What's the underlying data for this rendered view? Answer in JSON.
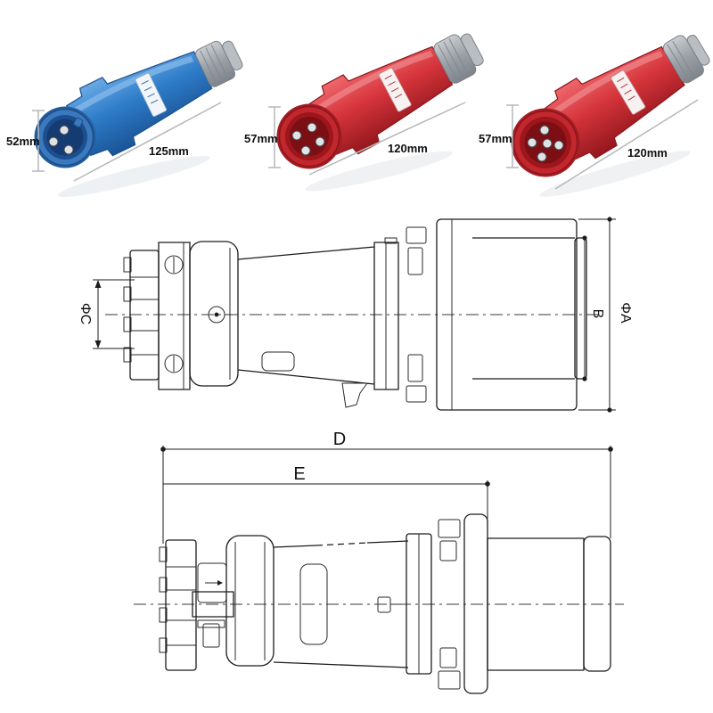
{
  "products": [
    {
      "name": "blue 3-pin industrial plug",
      "pin_count": 3,
      "height_label": "52mm",
      "length_label": "125mm",
      "body_color": "#2e7cc9"
    },
    {
      "name": "red 4-pin industrial plug",
      "pin_count": 4,
      "height_label": "57mm",
      "length_label": "120mm",
      "body_color": "#d5343b"
    },
    {
      "name": "red 5-pin industrial plug",
      "pin_count": 5,
      "height_label": "57mm",
      "length_label": "120mm",
      "body_color": "#d5343b"
    }
  ],
  "diagrams": {
    "side_view": {
      "dim_inner_diameter": "ΦC",
      "dim_rear_opening": "B",
      "dim_outer_diameter": "ΦA"
    },
    "profile_view": {
      "dim_total_length": "D",
      "dim_body_length": "E"
    }
  },
  "colors": {
    "drawing_line": "#1c1c1c",
    "photo_dim_line": "#b4b8bc",
    "gland_gray": "#a7acb2",
    "blue_body": "#2e7cc9",
    "red_body": "#d5343b"
  }
}
